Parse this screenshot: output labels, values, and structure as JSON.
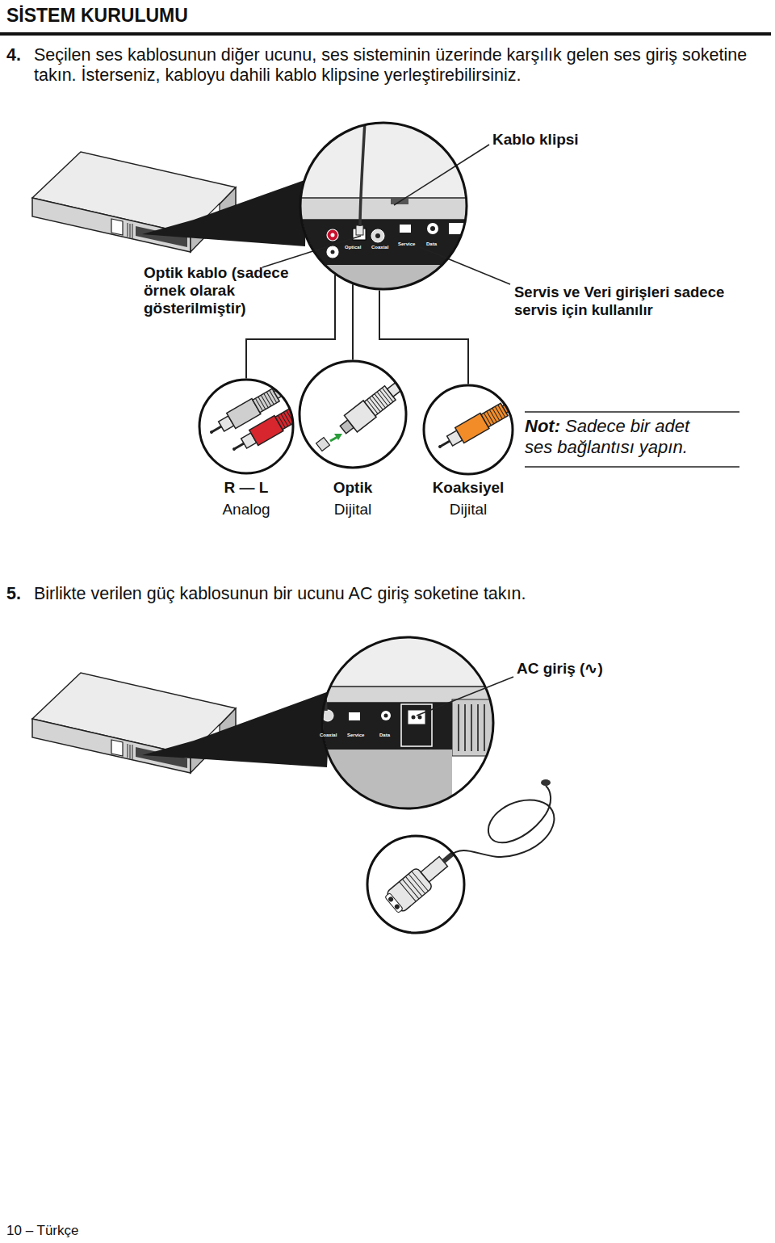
{
  "diagram": {
    "title": "SİSTEM KURULUMU",
    "nodes": [
      {
        "text": [
          "Optical",
          "Coaxial",
          "Service",
          "Data"
        ]
      },
      {
        "text": [
          "R — L",
          "Analog"
        ]
      },
      {
        "text": [
          "Optik",
          "Dijital"
        ]
      },
      {
        "text": [
          "Koaksiyel",
          "Dijital"
        ]
      }
    ],
    "edges": [
      {
        "from": 0,
        "to": 1,
        "arrow": "none"
      },
      {
        "from": 0,
        "to": 2,
        "arrow": "none"
      },
      {
        "from": 0,
        "to": 3,
        "arrow": "none"
      }
    ],
    "labels": [
      "4.",
      "Seçilen ses kablosunun diğer ucunu, ses sisteminin üzerinde karşılık gelen ses giriş soketine takın. İsterseniz, kabloyu dahili kablo klipsine yerleştirebilirsiniz.",
      "Kablo klipsi",
      "Optik kablo (sadece örnek olarak gösterilmiştir)",
      "Servis ve Veri girişleri sadece servis için kullanılır",
      "Not:",
      "Sadece bir adet ses bağlantısı yapın.",
      "5.",
      "Birlikte verilen güç kablosunun bir ucunu AC giriş soketine takın.",
      "AC giriş (∿)",
      "Coaxial",
      "Service",
      "Data",
      "10 – Türkçe"
    ]
  }
}
